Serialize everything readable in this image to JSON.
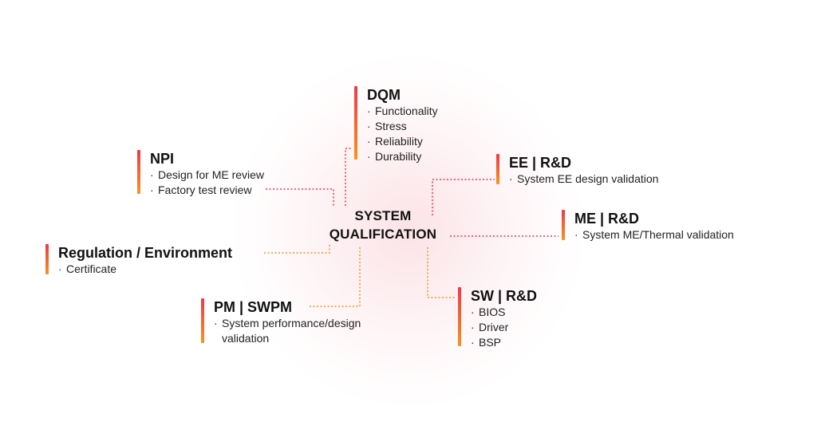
{
  "center": {
    "line1": "SYSTEM",
    "line2": "QUALIFICATION"
  },
  "colors": {
    "red": "#f0374a",
    "orange": "#f7941d",
    "text": "#111111"
  },
  "nodes": {
    "dqm": {
      "title": "DQM",
      "items": [
        "Functionality",
        "Stress",
        "Reliability",
        "Durability"
      ]
    },
    "npi": {
      "title": "NPI",
      "items": [
        "Design for ME review",
        "Factory test review"
      ]
    },
    "ee": {
      "title": "EE | R&D",
      "items": [
        "System EE design validation"
      ]
    },
    "me": {
      "title": "ME | R&D",
      "items": [
        "System ME/Thermal validation"
      ]
    },
    "regulation": {
      "title": "Regulation / Environment",
      "items": [
        "Certificate"
      ]
    },
    "pm": {
      "title": "PM | SWPM",
      "items": [
        "System performance/design",
        "validation"
      ]
    },
    "sw": {
      "title": "SW | R&D",
      "items": [
        "BIOS",
        "Driver",
        "BSP"
      ]
    }
  },
  "bullet": "·"
}
